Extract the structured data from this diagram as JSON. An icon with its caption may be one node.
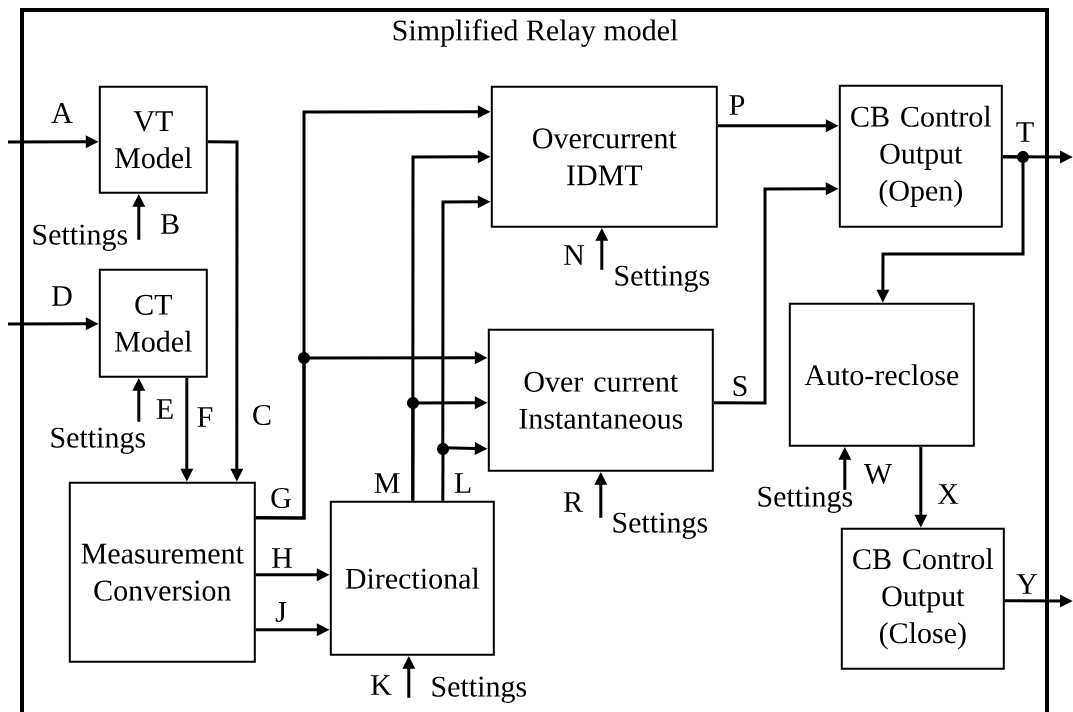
{
  "diagram": {
    "nodes": [
      {
        "text": [
          "Simplified Relay model"
        ]
      },
      {
        "text": [
          "VT Model"
        ],
        "in": 0
      },
      {
        "text": [
          "CT Model"
        ],
        "in": 0
      },
      {
        "text": [
          "Measurement Conversion"
        ],
        "in": 0
      },
      {
        "text": [
          "Directional"
        ],
        "in": 0
      },
      {
        "text": [
          "Overcurrent IDMT"
        ],
        "in": 0
      },
      {
        "text": [
          "Over current Instantaneous"
        ],
        "in": 0
      },
      {
        "text": [
          "CB Control Output (Open)"
        ],
        "in": 0
      },
      {
        "text": [
          "Auto-reclose"
        ],
        "in": 0
      },
      {
        "text": [
          "CB Control Output (Close)"
        ],
        "in": 0
      },
      {
        "text": [
          "Settings"
        ],
        "in": 0
      },
      {
        "text": [
          "Settings"
        ],
        "in": 0
      },
      {
        "text": [
          "Settings"
        ],
        "in": 0
      },
      {
        "text": [
          "Settings"
        ],
        "in": 0
      },
      {
        "text": [
          "Settings"
        ],
        "in": 0
      },
      {
        "text": [
          "Settings"
        ],
        "in": 0
      }
    ],
    "edges": [
      {
        "from": null,
        "to": 1,
        "arrow": "to",
        "label": "A"
      },
      {
        "from": 10,
        "to": 1,
        "arrow": "to",
        "label": "B"
      },
      {
        "from": 1,
        "to": 3,
        "arrow": "to",
        "label": "C"
      },
      {
        "from": null,
        "to": 2,
        "arrow": "to",
        "label": "D"
      },
      {
        "from": 11,
        "to": 2,
        "arrow": "to",
        "label": "E"
      },
      {
        "from": 2,
        "to": 3,
        "arrow": "to",
        "label": "F"
      },
      {
        "from": 3,
        "to": 5,
        "arrow": "to",
        "label": "G"
      },
      {
        "from": 3,
        "to": 6,
        "arrow": "to"
      },
      {
        "from": 3,
        "to": 4,
        "arrow": "to",
        "label": "H"
      },
      {
        "from": 3,
        "to": 4,
        "arrow": "to",
        "label": "J"
      },
      {
        "from": 14,
        "to": 4,
        "arrow": "to",
        "label": "K"
      },
      {
        "from": 4,
        "to": 5,
        "arrow": "to",
        "label": "M"
      },
      {
        "from": 4,
        "to": 6,
        "arrow": "to"
      },
      {
        "from": 4,
        "to": 5,
        "arrow": "to",
        "label": "L"
      },
      {
        "from": 4,
        "to": 6,
        "arrow": "to"
      },
      {
        "from": 12,
        "to": 5,
        "arrow": "to",
        "label": "N"
      },
      {
        "from": 5,
        "to": 7,
        "arrow": "to",
        "label": "P"
      },
      {
        "from": 13,
        "to": 6,
        "arrow": "to",
        "label": "R"
      },
      {
        "from": 6,
        "to": 7,
        "arrow": "to",
        "label": "S"
      },
      {
        "from": 7,
        "to": null,
        "arrow": "to",
        "label": "T"
      },
      {
        "from": 7,
        "to": 8,
        "arrow": "to"
      },
      {
        "from": 15,
        "to": 8,
        "arrow": "to",
        "label": "W"
      },
      {
        "from": 8,
        "to": 9,
        "arrow": "to",
        "label": "X"
      },
      {
        "from": 9,
        "to": null,
        "arrow": "to",
        "label": "Y"
      }
    ]
  }
}
